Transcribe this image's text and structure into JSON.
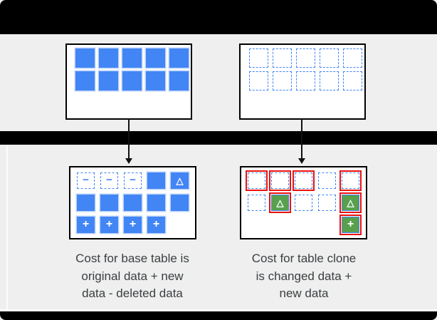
{
  "colors": {
    "canvas_bg": "#eeefee",
    "bar": "#000000",
    "box_bg": "#ffffff",
    "box_border": "#000000",
    "blue": "#4285f4",
    "blue_halo": "#bcd3fb",
    "red": "#ea1111",
    "green": "#58a04e",
    "text": "#3c4043"
  },
  "diagram": {
    "symbols": {
      "minus": "−",
      "delta": "△",
      "plus": "+"
    },
    "top_left_table": {
      "rows": [
        [
          "solid",
          "solid",
          "solid",
          "solid",
          "solid"
        ],
        [
          "solid",
          "solid",
          "solid",
          "solid",
          "solid"
        ]
      ]
    },
    "top_right_table": {
      "rows": [
        [
          "dashed",
          "dashed",
          "dashed",
          "dashed",
          "dashed"
        ],
        [
          "dashed",
          "dashed",
          "dashed",
          "dashed",
          "dashed"
        ]
      ]
    },
    "bottom_left_table": {
      "rows": [
        [
          "dashed-minus",
          "dashed-minus",
          "dashed-minus",
          "solid",
          "solid-delta"
        ],
        [
          "solid",
          "solid",
          "solid",
          "solid",
          "solid"
        ],
        [
          "solid-plus",
          "solid-plus",
          "solid-plus",
          "solid-plus",
          "empty"
        ]
      ]
    },
    "bottom_right_table": {
      "rows": [
        [
          "red-dashed",
          "red-dashed",
          "red-dashed",
          "dashed",
          "red-dashed"
        ],
        [
          "dashed",
          "red-green-delta",
          "dashed",
          "dashed",
          "red-green-delta"
        ],
        [
          "empty",
          "empty",
          "empty",
          "empty",
          "red-green-plus"
        ]
      ]
    }
  },
  "captions": {
    "left_line1": "Cost for base table is",
    "left_line2": "original data + new",
    "left_line3": "data - deleted data",
    "right_line1": "Cost for table clone",
    "right_line2": "is changed data +",
    "right_line3": "new data"
  }
}
